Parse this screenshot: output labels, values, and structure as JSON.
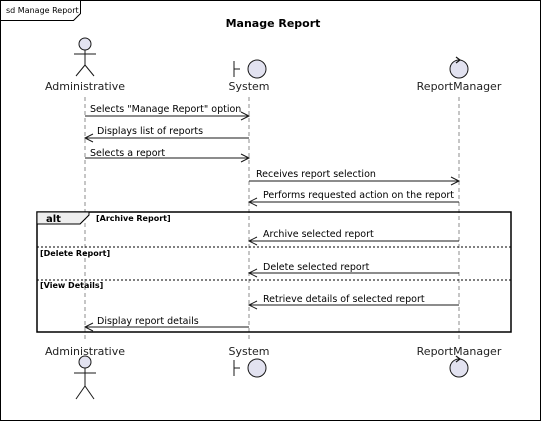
{
  "frame": {
    "label": "sd Manage Report"
  },
  "title": "Manage Report",
  "participants": [
    {
      "id": "admin",
      "name": "Administrative",
      "kind": "actor"
    },
    {
      "id": "system",
      "name": "System",
      "kind": "boundary"
    },
    {
      "id": "manager",
      "name": "ReportManager",
      "kind": "control"
    }
  ],
  "messages": [
    {
      "from": "admin",
      "to": "system",
      "text": "Selects \"Manage Report\" option"
    },
    {
      "from": "system",
      "to": "admin",
      "text": "Displays list of reports"
    },
    {
      "from": "admin",
      "to": "system",
      "text": "Selects a report"
    },
    {
      "from": "system",
      "to": "manager",
      "text": "Receives report selection"
    },
    {
      "from": "manager",
      "to": "system",
      "text": "Performs requested action on the report"
    },
    {
      "from": "manager",
      "to": "system",
      "text": "Archive selected report"
    },
    {
      "from": "manager",
      "to": "system",
      "text": "Delete selected report"
    },
    {
      "from": "manager",
      "to": "system",
      "text": "Retrieve details of selected report"
    },
    {
      "from": "system",
      "to": "admin",
      "text": "Display report details"
    }
  ],
  "fragment": {
    "operator": "alt",
    "guards": [
      "[Archive Report]",
      "[Delete Report]",
      "[View Details]"
    ]
  },
  "colors": {
    "participant_fill": "#e2e2f0",
    "participant_stroke": "#181818",
    "lifeline": "#8c8c8c",
    "arrow": "#181818",
    "frame": "#000000"
  },
  "icons": [
    "stick-figure-icon",
    "boundary-icon",
    "control-icon"
  ]
}
